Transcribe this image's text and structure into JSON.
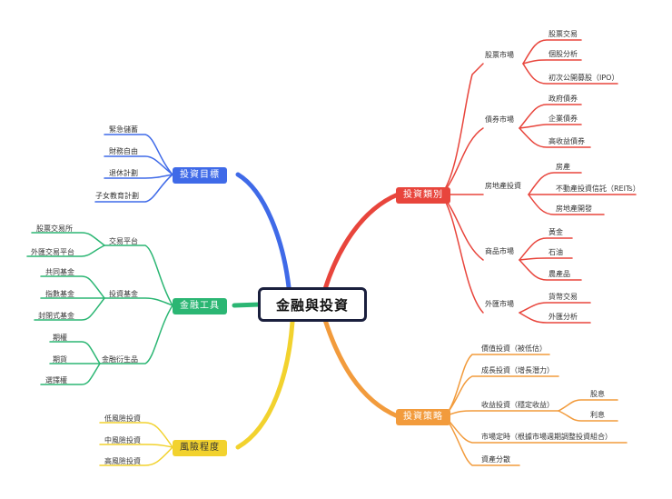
{
  "center": {
    "title": "金融與投資"
  },
  "colors": {
    "red": "#e8453c",
    "orange": "#f29b3c",
    "blue": "#3f6ae8",
    "green": "#2bb673",
    "yellow": "#f2d22e",
    "center_border": "#1a1f3d"
  },
  "branches": {
    "types": {
      "label": "投資類別",
      "groups": [
        {
          "label": "股票市場",
          "items": [
            "股票交易",
            "個股分析",
            "初次公開募股（IPO）"
          ]
        },
        {
          "label": "債券市場",
          "items": [
            "政府債券",
            "企業債券",
            "高收益債券"
          ]
        },
        {
          "label": "房地產投資",
          "items": [
            "房產",
            "不動產投資信託（REITs）",
            "房地產開發"
          ]
        },
        {
          "label": "商品市場",
          "items": [
            "黃金",
            "石油",
            "農產品"
          ]
        },
        {
          "label": "外匯市場",
          "items": [
            "貨幣交易",
            "外匯分析"
          ]
        }
      ]
    },
    "strategy": {
      "label": "投資策略",
      "items": [
        "價值投資（被低估）",
        "成長投資（增長潛力）",
        "收益投資（穩定收益）",
        "市場定時（根據市場週期調整投資組合）",
        "資產分散"
      ],
      "income_sub": [
        "股息",
        "利息"
      ]
    },
    "goals": {
      "label": "投資目標",
      "items": [
        "緊急儲蓄",
        "財務自由",
        "退休計劃",
        "子女教育計劃"
      ]
    },
    "tools": {
      "label": "金融工具",
      "groups": [
        {
          "label": "交易平台",
          "items": [
            "股票交易所",
            "外匯交易平台"
          ]
        },
        {
          "label": "投資基金",
          "items": [
            "共同基金",
            "指數基金",
            "封閉式基金"
          ]
        },
        {
          "label": "金融衍生品",
          "items": [
            "期權",
            "期貨",
            "選擇權"
          ]
        }
      ]
    },
    "risk": {
      "label": "風險程度",
      "items": [
        "低風險投資",
        "中風險投資",
        "高風險投資"
      ]
    }
  }
}
